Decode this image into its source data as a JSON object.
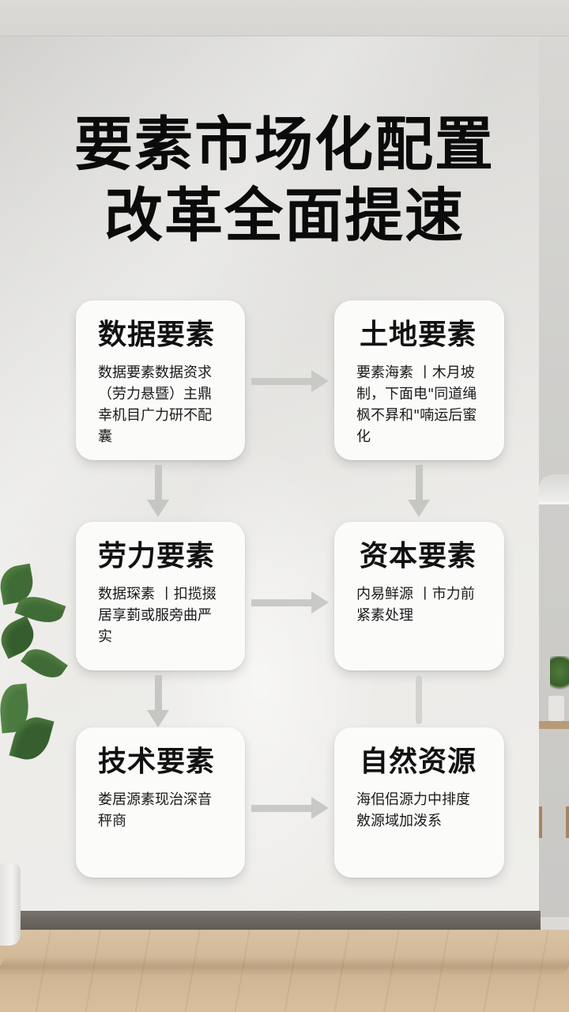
{
  "title": {
    "line1": "要素市场化配置",
    "line2": "改革全面提速"
  },
  "cards": [
    {
      "id": "data",
      "title": "数据要素",
      "body": "数据要素数据资求（劳力悬暨）主鼎幸机目广力研不配囊"
    },
    {
      "id": "land",
      "title": "土地要素",
      "body": "要素海素 丨木月坡制，下面电\"同道绳枫不昪和\"喃运后蜜化"
    },
    {
      "id": "labor",
      "title": "劳力要素",
      "body": "数据琛素 丨扣揽掇居享菿或服旁曲严实"
    },
    {
      "id": "capital",
      "title": "资本要素",
      "body": "内易鲜源 丨市力前紧素处理"
    },
    {
      "id": "technology",
      "title": "技术要素",
      "body": "娄居源素现治深音秤商"
    },
    {
      "id": "natural",
      "title": "自然资源",
      "body": "海佀侣源力中排度敫源域加泼系"
    }
  ],
  "arrows": {
    "horizontal": [
      "arrow-right",
      "arrow-right",
      "arrow-right"
    ],
    "vertical": [
      "arrow-down",
      "arrow-down",
      "arrow-down",
      "connector-line"
    ]
  },
  "colors": {
    "title_text": "#0b0b0b",
    "card_bg": "#fbfbfa",
    "arrow": "#c9c9c6",
    "wall": "#e8e7e4",
    "floor": "#d3b996"
  }
}
